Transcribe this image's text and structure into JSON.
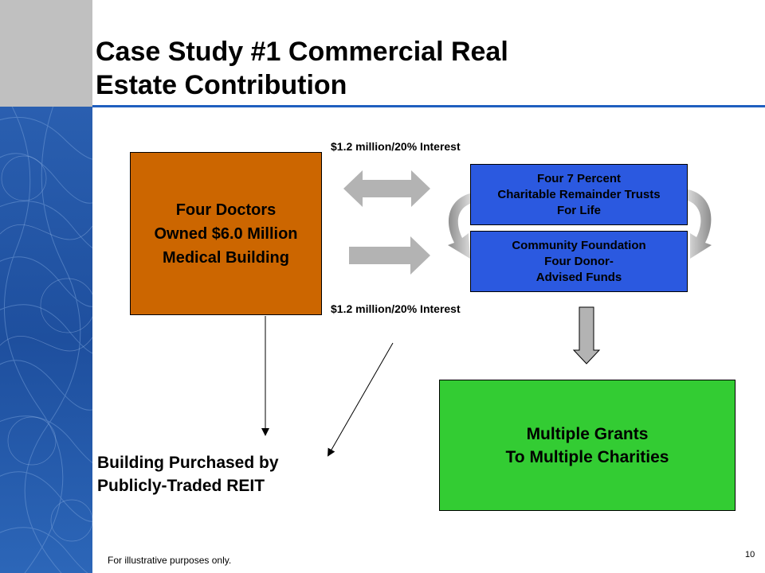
{
  "slide": {
    "title_line1": "Case Study #1 Commercial Real",
    "title_line2": "Estate Contribution",
    "page_number": "10",
    "footnote": "For illustrative purposes only."
  },
  "diagram": {
    "doctors_box": {
      "line1": "Four Doctors",
      "line2": "Owned $6.0 Million",
      "line3": "Medical Building"
    },
    "crt_box": {
      "line1": "Four 7 Percent",
      "line2": "Charitable Remainder Trusts",
      "line3": "For Life"
    },
    "foundation_box": {
      "line1": "Community Foundation",
      "line2": "Four Donor-",
      "line3": "Advised Funds"
    },
    "grants_box": {
      "line1": "Multiple Grants",
      "line2": "To Multiple Charities"
    },
    "interest_label_top": "$1.2 million/20%  Interest",
    "interest_label_bottom": "$1.2 million/20%  Interest",
    "reit": {
      "line1": "Building Purchased by",
      "line2": "Publicly-Traded REIT"
    }
  },
  "colors": {
    "doctors_fill": "#cc6600",
    "trust_fill": "#2b59e0",
    "grants_fill": "#33cc33",
    "arrow_gray": "#b3b3b3",
    "title_rule": "#1f5fbf",
    "sidebar_blue": "#1e4f9e"
  }
}
